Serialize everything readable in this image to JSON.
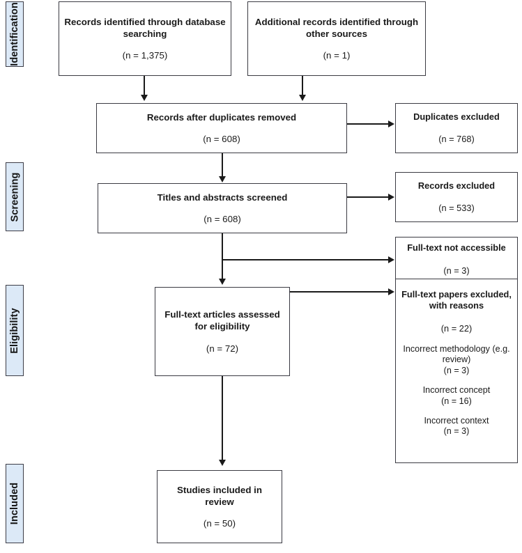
{
  "diagram": {
    "type": "prisma-flow-diagram",
    "stages": [
      {
        "key": "identification",
        "label": "Identification"
      },
      {
        "key": "screening",
        "label": "Screening"
      },
      {
        "key": "eligibility",
        "label": "Eligibility"
      },
      {
        "key": "included",
        "label": "Included"
      }
    ],
    "boxes": {
      "database_records": {
        "title": "Records identified through database searching",
        "count": "(n = 1,375)"
      },
      "other_records": {
        "title": "Additional records identified through other sources",
        "count": "(n = 1)"
      },
      "after_duplicates": {
        "title": "Records after duplicates removed",
        "count": "(n = 608)"
      },
      "duplicates_excluded": {
        "title": "Duplicates excluded",
        "count": "(n = 768)"
      },
      "titles_abstracts": {
        "title": "Titles and abstracts screened",
        "count": "(n = 608)"
      },
      "records_excluded": {
        "title": "Records excluded",
        "count": "(n = 533)"
      },
      "fulltext_not_accessible": {
        "title": "Full-text not accessible",
        "count": "(n = 3)"
      },
      "fulltext_assessed": {
        "title": "Full-text articles assessed for eligibility",
        "count": "(n = 72)"
      },
      "fulltext_excluded": {
        "title": "Full-text papers excluded, with reasons",
        "count": "(n = 22)",
        "reasons": [
          "Incorrect methodology (e.g. review)\n(n = 3)",
          "Incorrect concept\n(n = 16)",
          "Incorrect context\n(n = 3)"
        ]
      },
      "studies_included": {
        "title": "Studies included in review",
        "count": "(n = 50)"
      }
    },
    "colors": {
      "stage_label_fill": "#dce9f7",
      "stage_label_border": "#3c3c46",
      "box_border": "#3a3a42",
      "connector": "#1a1a1a",
      "text": "#1a1a1a",
      "background": "#ffffff"
    }
  }
}
